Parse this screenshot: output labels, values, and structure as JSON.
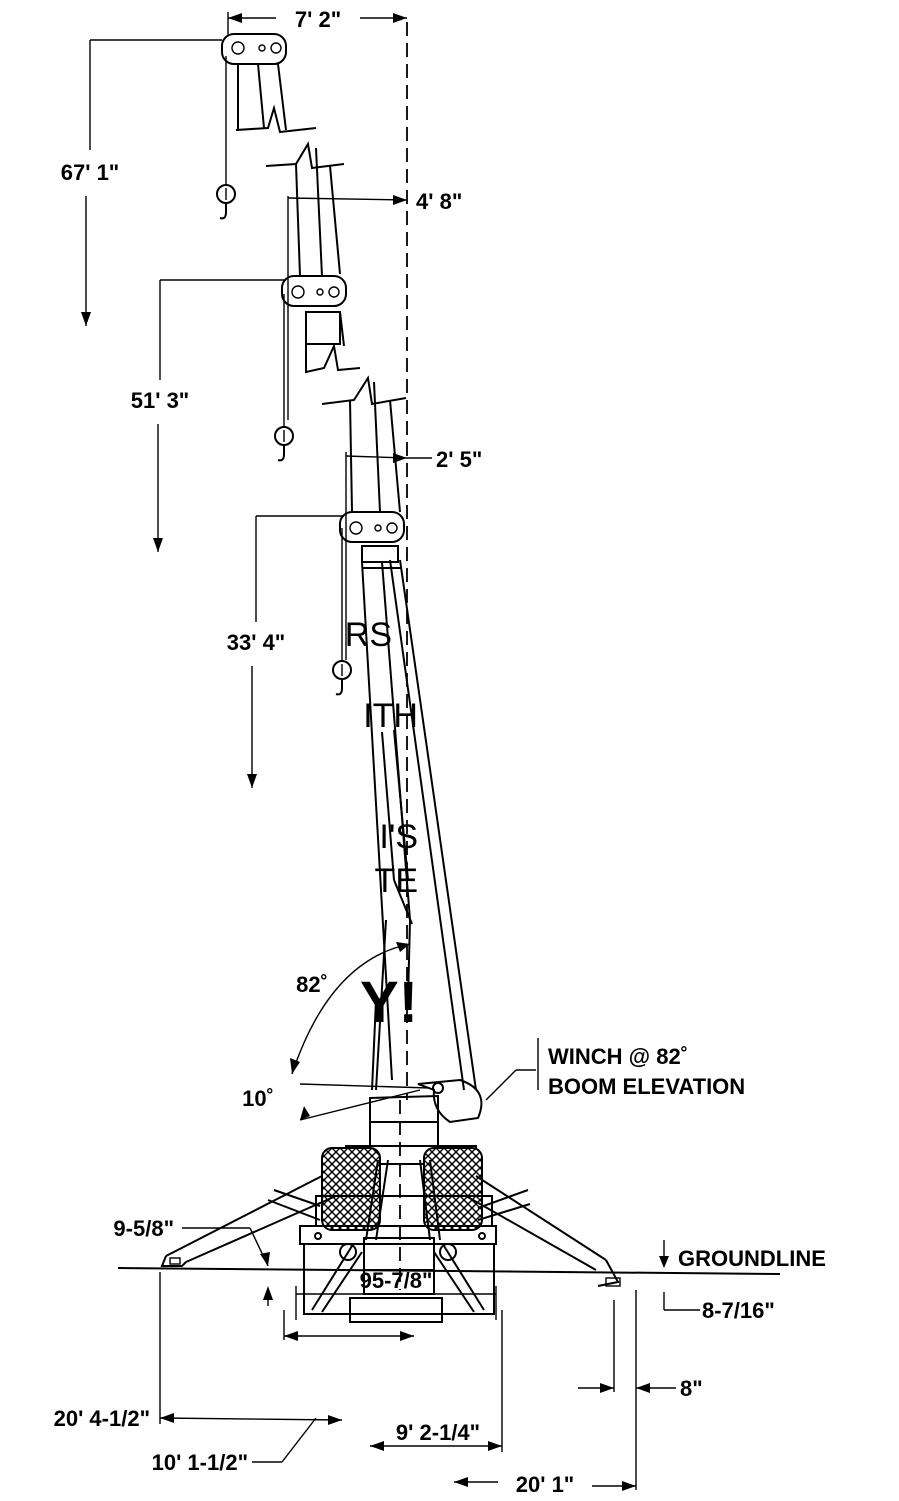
{
  "colors": {
    "ink": "#000000",
    "paper": "#ffffff"
  },
  "dimensions": {
    "top_width": "7' 2\"",
    "hook_height_1": "67' 1\"",
    "reach_1": "4' 8\"",
    "hook_height_2": "51' 3\"",
    "reach_2": "2' 5\"",
    "hook_height_3": "33' 4\"",
    "boom_angle": "82˚",
    "lower_angle": "10˚",
    "left_pad_height": "9-5/8\"",
    "base_width": "95-7/8\"",
    "outrigger_spread_left": "20' 4-1/2\"",
    "inner_spread": "10' 1-1/2\"",
    "center_spread": "9' 2-1/4\"",
    "outrigger_spread_right": "20' 1\"",
    "right_pad_height": "8-7/16\"",
    "pad_offset": "8\""
  },
  "labels": {
    "winch_line1": "WINCH @ 82˚",
    "winch_line2": "BOOM ELEVATION",
    "groundline": "GROUNDLINE"
  },
  "cropped_text": {
    "line1": "RS",
    "line2": "ITH",
    "line3": "I'S",
    "line4": "TE",
    "line5": "Y!"
  }
}
